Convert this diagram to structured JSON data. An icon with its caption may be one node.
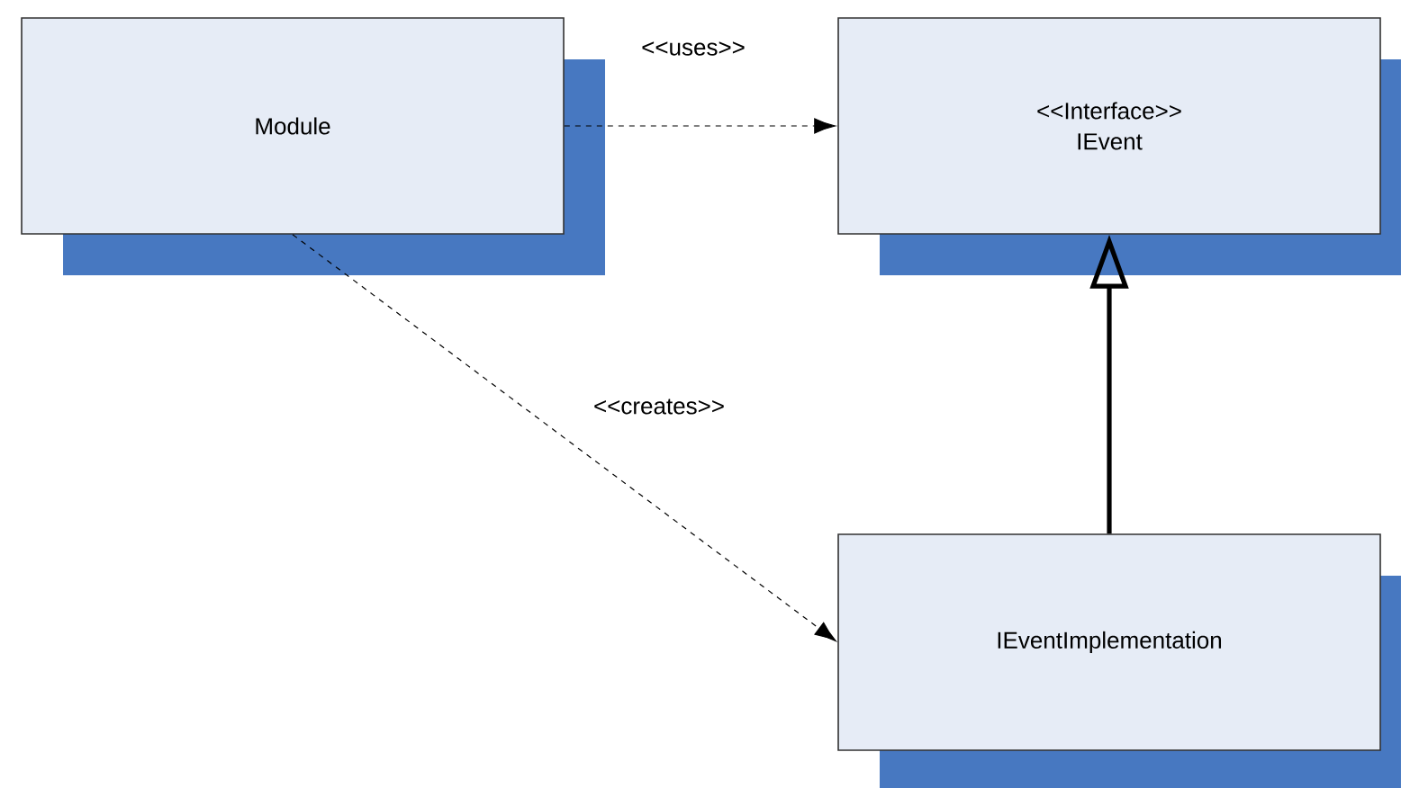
{
  "diagram": {
    "nodes": [
      {
        "text": [
          "Module"
        ]
      },
      {
        "text": [
          "<<Interface>>",
          "IEvent"
        ]
      },
      {
        "text": [
          "IEventImplementation"
        ]
      }
    ],
    "edges": [
      {
        "from": 0,
        "to": 1,
        "arrow": "to",
        "label": "<<uses>>",
        "style": "dashed"
      },
      {
        "from": 0,
        "to": 2,
        "arrow": "to",
        "label": "<<creates>>",
        "style": "dashed"
      },
      {
        "from": 2,
        "to": 1,
        "arrow": "to",
        "style": "thick"
      }
    ]
  }
}
